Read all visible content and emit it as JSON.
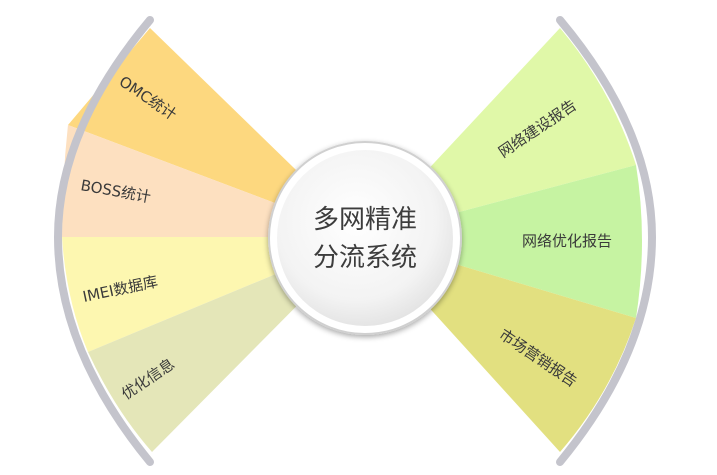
{
  "center": {
    "line1": "多网精准",
    "line2": "分流系统"
  },
  "left_segments": [
    {
      "label": "OMC统计",
      "color": "#fdd87f"
    },
    {
      "label": "BOSS统计",
      "color": "#fde0c0"
    },
    {
      "label": "IMEI数据库",
      "color": "#fdf7b0"
    },
    {
      "label": "优化信息",
      "color": "#e4e6b8"
    }
  ],
  "right_segments": [
    {
      "label": "网络建设报告",
      "color": "#e0f8a8"
    },
    {
      "label": "网络优化报告",
      "color": "#c6f3a2"
    },
    {
      "label": "市场营销报告",
      "color": "#e2e080"
    }
  ],
  "colors": {
    "rim": "#c4c4cc",
    "hub_edge": "#d0d0d0",
    "hub_fill": "#f7f7f7"
  }
}
